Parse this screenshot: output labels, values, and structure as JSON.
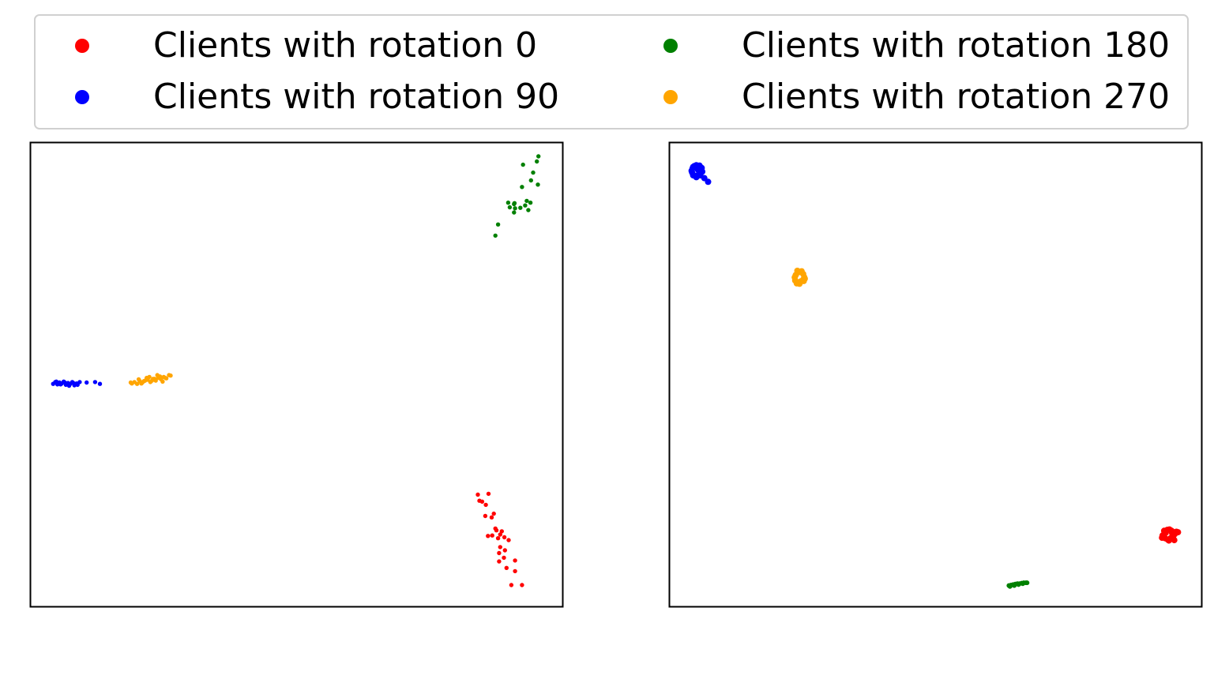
{
  "legend": {
    "items": [
      {
        "label": "Clients with rotation 0",
        "color": "#ff0000"
      },
      {
        "label": "Clients with rotation 90",
        "color": "#0000ff"
      },
      {
        "label": "Clients with rotation 180",
        "color": "#008000"
      },
      {
        "label": "Clients with rotation 270",
        "color": "#ffa500"
      }
    ]
  },
  "chart_data": [
    {
      "type": "scatter",
      "title": "",
      "xlabel": "",
      "ylabel": "",
      "xlim": [
        0,
        100
      ],
      "ylim": [
        0,
        100
      ],
      "ticks": false,
      "grid": false,
      "series": [
        {
          "name": "Clients with rotation 0",
          "color": "#ff0000",
          "x": [
            84.1,
            84.4,
            84.9,
            85.6,
            86.1,
            85.5,
            86.7,
            87.1,
            86.0,
            86.8,
            87.4,
            87.9,
            88.3,
            87.6,
            88.6,
            89.1,
            89.2,
            88.3,
            89.0,
            88.1,
            89.9,
            88.1,
            89.5,
            91.1,
            91.1,
            90.4,
            92.4
          ],
          "y": [
            24.1,
            22.8,
            22.6,
            21.9,
            24.3,
            19.5,
            19.2,
            20.0,
            15.2,
            15.3,
            16.8,
            14.7,
            15.5,
            16.4,
            16.2,
            14.9,
            12.1,
            12.8,
            10.5,
            11.5,
            14.3,
            9.7,
            8.3,
            9.9,
            7.6,
            4.6,
            4.6
          ]
        },
        {
          "name": "Clients with rotation 90",
          "color": "#0000ff",
          "x": [
            4.2,
            4.6,
            5.0,
            5.4,
            5.8,
            6.2,
            6.6,
            7.0,
            7.4,
            7.8,
            8.2,
            8.6,
            4.8,
            5.6,
            6.4,
            7.2,
            8.0,
            8.8,
            9.2,
            10.5,
            12.1,
            13.0
          ],
          "y": [
            48.0,
            48.4,
            47.9,
            48.3,
            48.1,
            48.5,
            47.8,
            48.2,
            48.0,
            48.4,
            47.7,
            48.1,
            48.5,
            47.9,
            48.3,
            47.6,
            48.2,
            47.8,
            48.4,
            48.3,
            48.4,
            48.0
          ]
        },
        {
          "name": "Clients with rotation 180",
          "color": "#008000",
          "x": [
            92.6,
            95.2,
            94.1,
            95.4,
            92.4,
            91.0,
            93.0,
            90.1,
            92.1,
            91.1,
            87.4,
            87.9,
            90.9,
            93.6,
            94.5,
            95.5,
            94.0,
            93.3,
            90.9,
            89.8
          ],
          "y": [
            95.3,
            96.0,
            91.9,
            91.0,
            90.5,
            87.0,
            86.5,
            86.1,
            86.0,
            85.9,
            80.0,
            82.4,
            85.0,
            85.5,
            93.6,
            97.1,
            87.1,
            87.5,
            86.8,
            87.1
          ]
        },
        {
          "name": "Clients with rotation 270",
          "color": "#ffa500",
          "x": [
            19.0,
            19.5,
            20.0,
            20.5,
            21.0,
            21.5,
            22.0,
            22.5,
            23.0,
            23.5,
            24.0,
            24.5,
            25.0,
            25.5,
            20.3,
            21.3,
            22.3,
            23.3,
            24.3,
            25.3,
            26.3,
            18.8,
            20.8,
            22.8,
            24.8,
            26.0,
            21.8,
            23.8
          ],
          "y": [
            48.1,
            48.4,
            48.0,
            48.6,
            48.3,
            48.7,
            48.9,
            48.4,
            49.1,
            48.7,
            49.3,
            49.0,
            49.5,
            49.2,
            49.0,
            48.6,
            49.5,
            49.1,
            49.6,
            49.3,
            49.8,
            48.3,
            48.1,
            48.7,
            48.5,
            49.9,
            49.3,
            49.9
          ]
        }
      ]
    },
    {
      "type": "scatter",
      "title": "",
      "xlabel": "",
      "ylabel": "",
      "xlim": [
        0,
        100
      ],
      "ylim": [
        0,
        100
      ],
      "ticks": false,
      "grid": false,
      "series": [
        {
          "name": "Clients with rotation 0",
          "color": "#ff0000",
          "x": [
            92.7,
            93.1,
            93.6,
            94.0,
            94.4,
            94.8,
            95.0,
            94.7,
            94.2,
            93.7,
            93.2,
            92.8,
            93.3,
            94.5,
            95.6,
            92.6,
            93.9,
            93.0,
            94.9,
            95.3
          ],
          "y": [
            15.3,
            16.0,
            16.5,
            16.6,
            16.3,
            16.0,
            15.6,
            15.1,
            14.7,
            14.4,
            14.7,
            15.0,
            15.9,
            15.8,
            16.0,
            14.8,
            14.2,
            16.3,
            14.3,
            16.1
          ],
          "r": 4
        },
        {
          "name": "Clients with rotation 90",
          "color": "#0000ff",
          "x": [
            4.1,
            4.4,
            5.0,
            5.6,
            6.0,
            6.1,
            5.7,
            5.0,
            4.4,
            4.2,
            4.8,
            5.5,
            6.5,
            7.2,
            4.6,
            5.3,
            5.9,
            4.3
          ],
          "y": [
            94.0,
            94.8,
            95.2,
            95.1,
            94.6,
            93.8,
            93.0,
            92.6,
            93.0,
            93.6,
            92.9,
            93.3,
            92.4,
            91.6,
            95.0,
            94.2,
            93.6,
            94.5
          ],
          "r": 4
        },
        {
          "name": "Clients with rotation 180",
          "color": "#008000",
          "x": [
            63.8,
            64.2,
            64.6,
            65.0,
            65.4,
            65.8,
            66.2,
            66.6,
            67.0,
            64.0,
            64.8,
            65.6,
            66.4,
            67.2
          ],
          "y": [
            4.5,
            4.6,
            4.7,
            4.8,
            4.9,
            4.9,
            5.0,
            5.1,
            5.1,
            4.3,
            4.5,
            4.7,
            4.9,
            5.1
          ],
          "r": 3
        },
        {
          "name": "Clients with rotation 270",
          "color": "#ffa500",
          "x": [
            23.7,
            24.2,
            24.7,
            25.1,
            25.3,
            25.0,
            24.6,
            24.1,
            23.6,
            23.5,
            24.0,
            24.8,
            25.4,
            23.9,
            24.4,
            25.2
          ],
          "y": [
            71.5,
            72.1,
            72.2,
            71.7,
            71.0,
            70.4,
            70.1,
            69.9,
            70.3,
            71.0,
            72.4,
            72.3,
            70.7,
            69.7,
            69.6,
            70.2
          ],
          "r": 4
        }
      ]
    }
  ]
}
